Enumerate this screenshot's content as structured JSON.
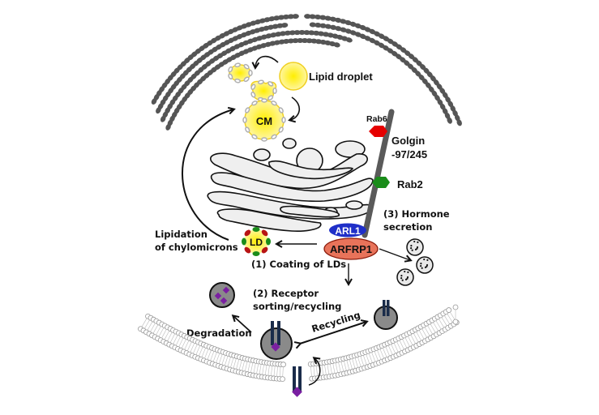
{
  "colors": {
    "er": "#555555",
    "lipid_fill": "#fff27a",
    "lipid_stroke": "#f0d020",
    "apolipo": "#b0b0b0",
    "golgi_fill": "#efefef",
    "golgin_rod": "#5a5a5a",
    "rab6": "#e60000",
    "rab2": "#1a8c1a",
    "arl1": "#1f2fc8",
    "arfrp1": "#e8735a",
    "ld_red": "#b81414",
    "ld_green": "#1a8c1a",
    "receptor": "#1a2c4a",
    "cargo": "#7a1fa2",
    "vesicle_gray": "#8a8a8a"
  },
  "labels": {
    "lipid_droplet": "Lipid droplet",
    "cm": "CM",
    "rab6": "Rab6",
    "golgin_line1": "Golgin",
    "golgin_line2": "-97/245",
    "rab2": "Rab2",
    "arl1": "ARL1",
    "arfrp1": "ARFRP1",
    "hormone_line1": "(3) Hormone",
    "hormone_line2": "secretion",
    "lipidation_line1": "Lipidation",
    "lipidation_line2": "of chylomicrons",
    "ld": "LD",
    "coating": "(1) Coating of LDs",
    "receptor_line1": "(2) Receptor",
    "receptor_line2": "sorting/recycling",
    "degradation": "Degradation",
    "recycling": "Recycling"
  }
}
